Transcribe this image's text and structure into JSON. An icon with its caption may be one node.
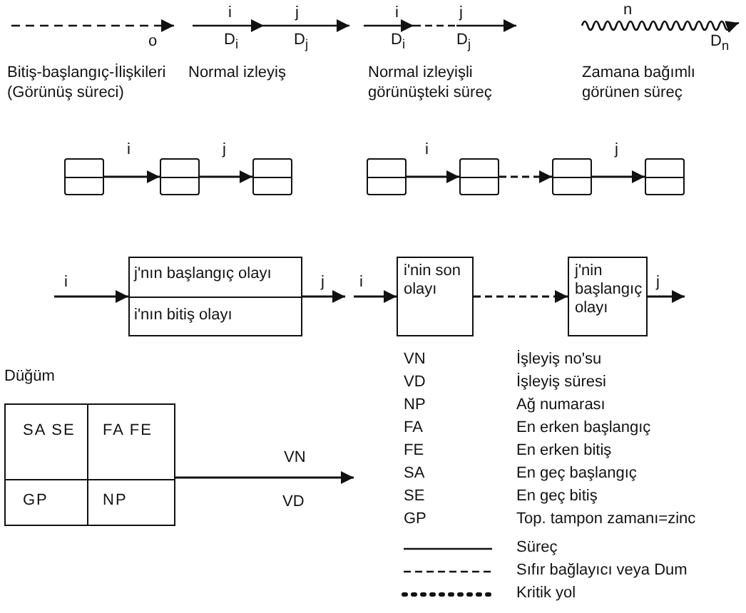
{
  "diagram": {
    "nodes": [
      {
        "text": [],
        "shape": "box"
      },
      {
        "text": [],
        "shape": "box"
      },
      {
        "text": [],
        "shape": "box"
      },
      {
        "text": [],
        "shape": "box"
      },
      {
        "text": [],
        "shape": "box"
      },
      {
        "text": [],
        "shape": "box"
      },
      {
        "text": [],
        "shape": "box"
      },
      {
        "text": [
          "j'nın başlangıç olayı",
          "i'nın bitiş olayı"
        ]
      },
      {
        "text": [
          "i'nin son olayı"
        ]
      },
      {
        "text": [
          "j'nin başlangıç olayı"
        ]
      },
      {
        "text": [
          "Düğüm",
          "SA SE",
          "FA FE",
          "GP",
          "NP"
        ]
      }
    ],
    "edges": [
      {
        "from": 0,
        "to": 1,
        "arrow": "to",
        "label": "i"
      },
      {
        "from": 1,
        "to": 2,
        "arrow": "to",
        "label": "j"
      },
      {
        "from": 3,
        "to": 4,
        "arrow": "to",
        "label": "i"
      },
      {
        "from": 4,
        "to": 5,
        "arrow": "to",
        "style": "dashed"
      },
      {
        "from": 5,
        "to": 6,
        "arrow": "to",
        "label": "j"
      },
      {
        "from": null,
        "to": 7,
        "arrow": "to",
        "label": "i"
      },
      {
        "from": 7,
        "to": null,
        "arrow": "to",
        "label": "j"
      },
      {
        "from": null,
        "to": 8,
        "arrow": "to",
        "label": "i"
      },
      {
        "from": 8,
        "to": 9,
        "arrow": "to",
        "style": "dashed"
      },
      {
        "from": 9,
        "to": null,
        "arrow": "to",
        "label": "j"
      },
      {
        "from": 10,
        "to": null,
        "arrow": "to",
        "label": "VN"
      }
    ],
    "labels": [
      "o",
      "i",
      "D$_{i}$",
      "j",
      "D$_{j}$",
      "i",
      "D$_{i}$",
      "j",
      "D$_{j}$",
      "n",
      "D$_{n}$",
      "Bitiş-başlangıç-İlişkileri (Görünüş süreci)",
      "Normal izleyiş",
      "Normal izleyişli görünüşteki süreç",
      "Zamana bağımlı görünen süreç",
      "VD",
      "VN",
      "İşleyiş no'su",
      "VD",
      "İşleyiş süresi",
      "NP",
      "Ağ numarası",
      "FA",
      "En erken başlangıç",
      "FE",
      "En erken bitiş",
      "SA",
      "En geç başlangıç",
      "SE",
      "En geç bitiş",
      "GP",
      "Top. tampon zamanı=zinc"
    ],
    "legend": [
      {
        "text": "Süreç"
      },
      {
        "text": "Sıfır bağlayıcı veya Dum"
      },
      {
        "text": "Kritik yol"
      }
    ]
  }
}
